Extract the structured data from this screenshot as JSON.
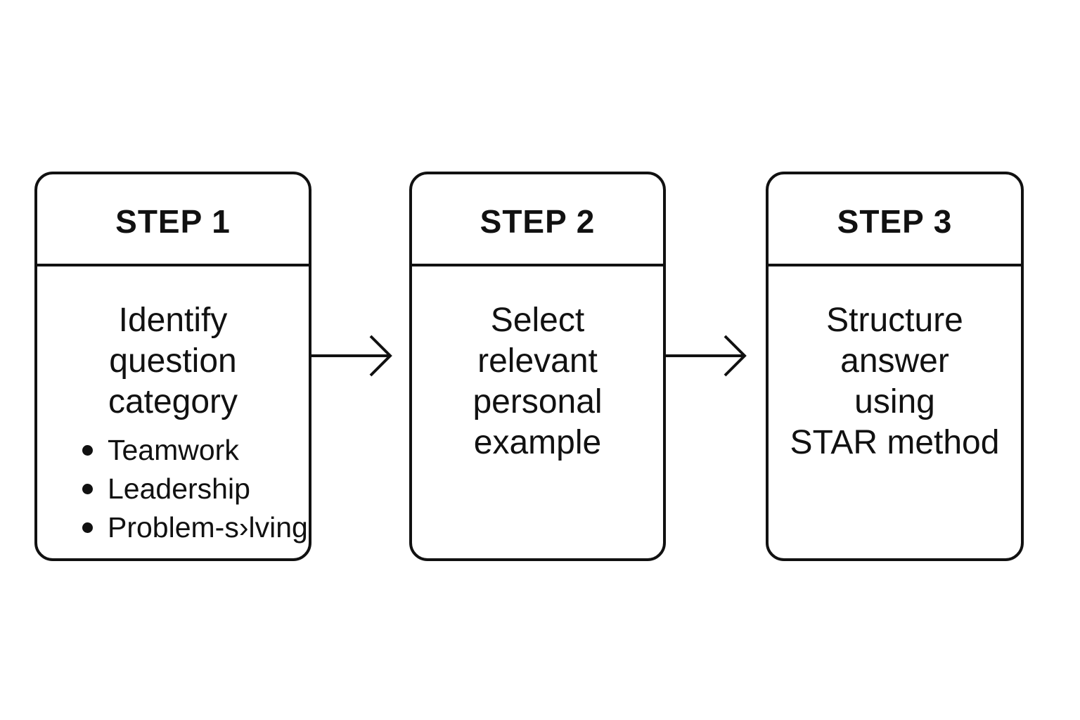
{
  "steps": [
    {
      "title": "STEP 1",
      "lines": [
        "Identify",
        "question",
        "category"
      ],
      "bullets": [
        "Teamwork",
        "Leadership",
        "Problem-s›lving"
      ]
    },
    {
      "title": "STEP 2",
      "lines": [
        "Select",
        "relevant",
        "personal",
        "example"
      ]
    },
    {
      "title": "STEP 3",
      "lines": [
        "Structure",
        "answer",
        "using",
        "STAR method"
      ]
    }
  ],
  "colors": {
    "stroke": "#111111",
    "background": "#ffffff"
  },
  "icons": [
    "arrow-right-icon",
    "arrow-right-icon",
    "bullet-dot-icon"
  ]
}
